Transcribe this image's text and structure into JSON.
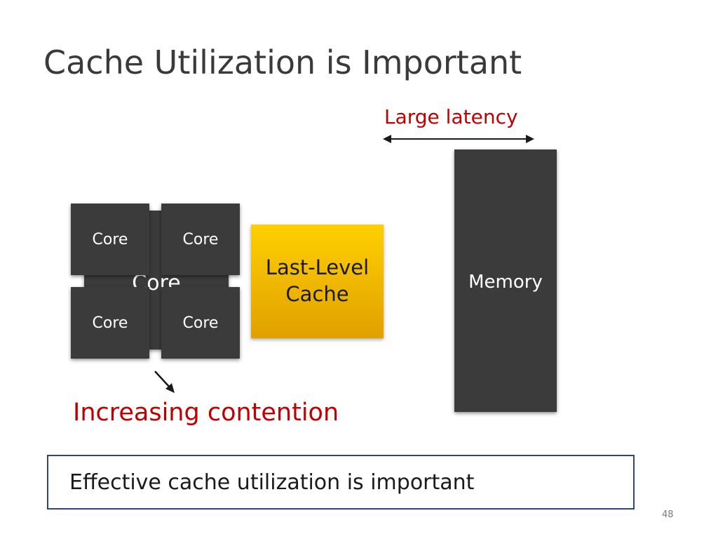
{
  "slide": {
    "title": "Cache Utilization is Important",
    "page_number": "48"
  },
  "diagram": {
    "latency_label": "Large latency",
    "core_big_label": "Core",
    "cores": [
      {
        "label": "Core"
      },
      {
        "label": "Core"
      },
      {
        "label": "Core"
      },
      {
        "label": "Core"
      }
    ],
    "llc_label_line1": "Last-Level",
    "llc_label_line2": "Cache",
    "memory_label": "Memory",
    "contention_label": "Increasing contention"
  },
  "takeaway": {
    "text": "Effective cache utilization is important"
  },
  "colors": {
    "accent_red": "#c00000",
    "box_dark": "#3b3b3b",
    "cache_yellow": "#ffd000",
    "border_navy": "#2e4a6e"
  },
  "icons": {
    "latency_arrow": "double-headed-arrow-icon",
    "contention_arrow": "diagonal-arrow-icon"
  }
}
